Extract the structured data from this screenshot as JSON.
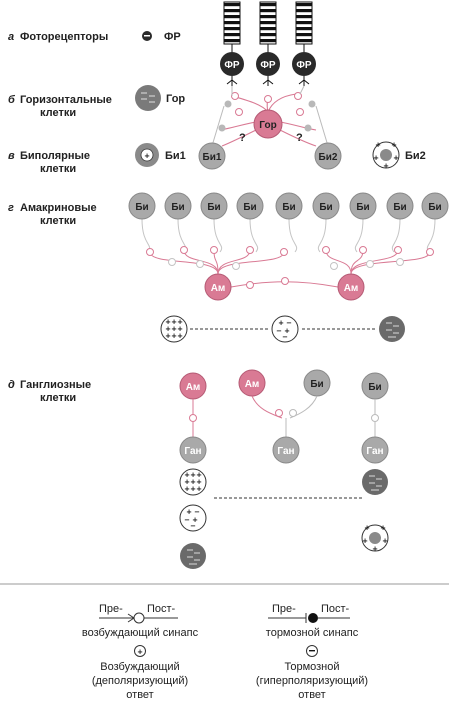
{
  "colors": {
    "pink": "#d97a94",
    "gray": "#a9a9a9",
    "dark": "#2a2a2a",
    "line": "#c4c4c4"
  },
  "rows": {
    "a": {
      "letter": "а",
      "title": "Фоторецепторы",
      "key_label": "ФР",
      "key_icon": "minus-icon"
    },
    "b": {
      "letter": "б",
      "title_1": "Горизонтальные",
      "title_2": "клетки",
      "key_label": "Гор"
    },
    "v": {
      "letter": "в",
      "title_1": "Биполярные",
      "title_2": "клетки",
      "key_label_1": "Би1",
      "key_label_2": "Би2"
    },
    "g": {
      "letter": "г",
      "title_1": "Амакриновые",
      "title_2": "клетки"
    },
    "d": {
      "letter": "д",
      "title_1": "Ганглиозные",
      "title_2": "клетки"
    }
  },
  "cells": {
    "photoreceptor": "ФР",
    "horizontal": "Гор",
    "bipolar1": "Би1",
    "bipolar2": "Би2",
    "bipolar": "Би",
    "amacrine": "Ам",
    "ganglion": "Ган"
  },
  "question_mark": "?",
  "legend": {
    "excitatory": {
      "pre": "Пре-",
      "post": "Пост-",
      "synapse": "возбуждающий синапс",
      "icon": "plus-icon",
      "resp_1": "Возбуждающий",
      "resp_2": "(деполяризующий)",
      "resp_3": "ответ"
    },
    "inhibitory": {
      "pre": "Пре-",
      "post": "Пост-",
      "synapse": "тормозной синапс",
      "icon": "minus-icon",
      "resp_1": "Тормозной",
      "resp_2": "(гиперполяризующий)",
      "resp_3": "ответ"
    }
  }
}
